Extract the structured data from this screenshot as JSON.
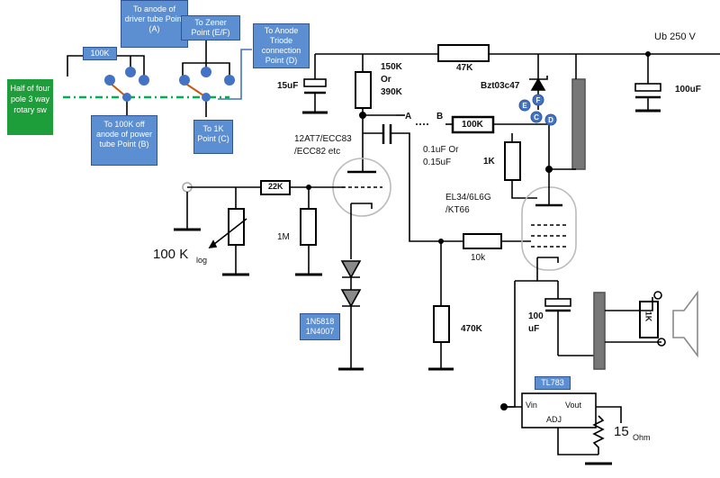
{
  "callouts": {
    "driver_anode": "To anode of driver tube Point (A)",
    "zener": "To Zener Point (E/F)",
    "anode_triode": "To Anode Triode connection Point (D)",
    "resistor_100k_box": "100K",
    "power_anode": "To 100K off anode of power tube Point (B)",
    "point_1k": "To 1K Point (C)",
    "rotary_switch": "Half of four pole 3 way rotary sw",
    "diodes": "1N5818 1N4007",
    "regulator": "TL783"
  },
  "components": {
    "supply": "Ub 250 V",
    "r_47k": "47K",
    "r_150k": "150K Or 390K",
    "cap_15uf": "15uF",
    "zener_part": "Bzt03c47",
    "cap_100uf_top": "100uF",
    "point_a": "A",
    "point_b": "B",
    "r_100k": "100K",
    "cap_coupling": "0.1uF Or 0.15uF",
    "driver_tube": "12AT7/ECC83 /ECC82 etc",
    "r_1k": "1K",
    "r_22k": "22K",
    "pot": "100 K",
    "pot_taper": "log",
    "r_1m": "1M",
    "power_tube": "EL34/6L6G /KT66",
    "r_10k": "10k",
    "r_470k": "470K",
    "cap_100uf_cathode": "100 uF",
    "r_1k_speaker": "1K",
    "reg_vin": "Vin",
    "reg_vout": "Vout",
    "reg_adj": "ADJ",
    "r_15ohm": "15",
    "r_15ohm_unit": "Ohm",
    "point_e": "E",
    "point_f": "F",
    "point_c": "C",
    "point_d": "D"
  },
  "colors": {
    "callout_fill": "#5b8fd1",
    "callout_border": "#2f5597",
    "switch_fill": "#1e9e3a",
    "node_blue": "#4472c4",
    "switch_wiper": "#c55a11",
    "dash_green": "#00b050",
    "diode_blue": "#5b8fd1",
    "wire": "#000000"
  }
}
